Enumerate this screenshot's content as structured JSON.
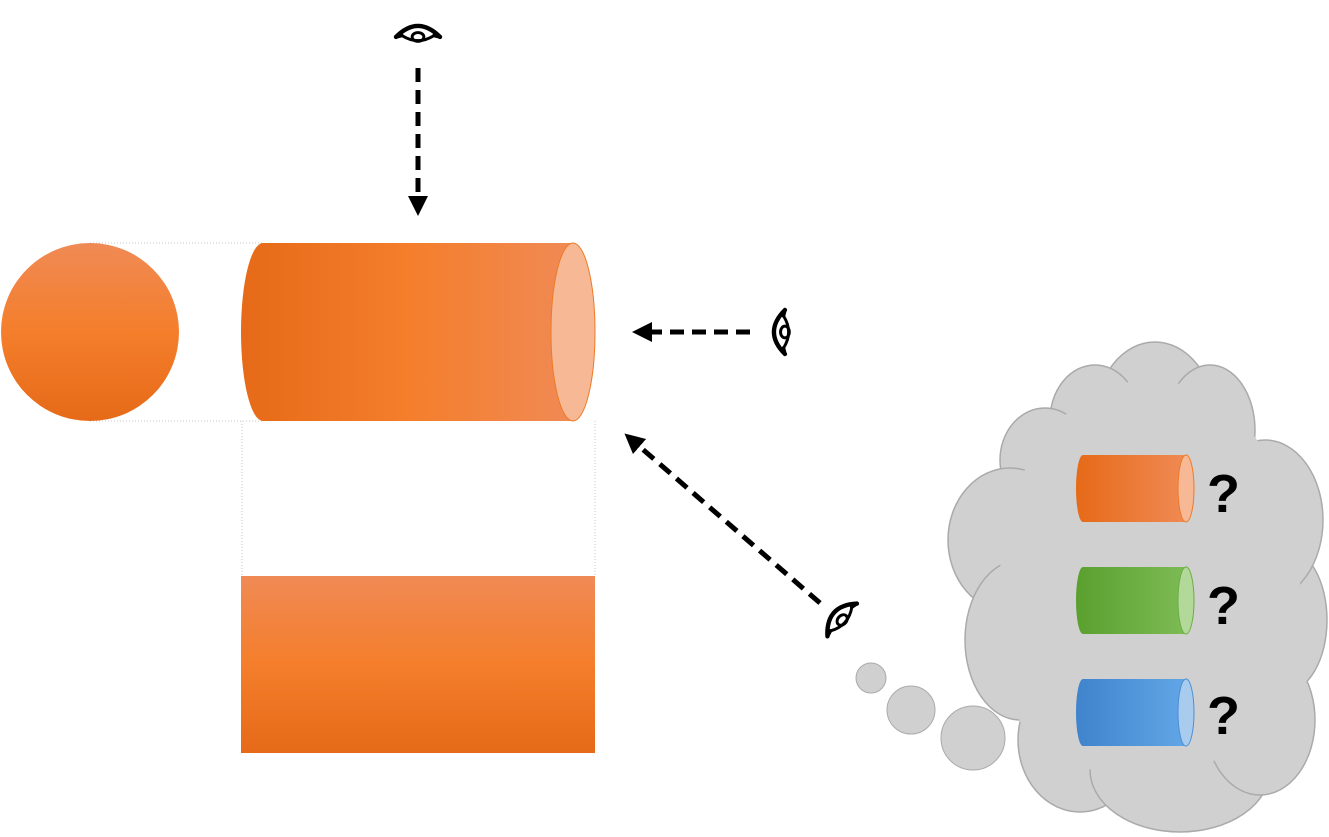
{
  "diagram": {
    "views": [
      "top-view",
      "side-view",
      "oblique-view"
    ],
    "projections": {
      "end": {
        "shape": "circle"
      },
      "side": {
        "shape": "cylinder"
      },
      "top": {
        "shape": "rectangle"
      }
    },
    "thought_bubble": {
      "options": [
        {
          "color_name": "orange",
          "color": "#EE7A25",
          "label": "?"
        },
        {
          "color_name": "green",
          "color": "#6AAE41",
          "label": "?"
        },
        {
          "color_name": "blue",
          "color": "#4A8FD6",
          "label": "?"
        }
      ]
    },
    "colors": {
      "orange_dark": "#E66A18",
      "orange_mid": "#F47E2B",
      "orange_light": "#F08A55",
      "orange_cap": "#F7B896",
      "cloud_fill": "#D0D0D0",
      "cloud_stroke": "#AAAAAA"
    }
  }
}
